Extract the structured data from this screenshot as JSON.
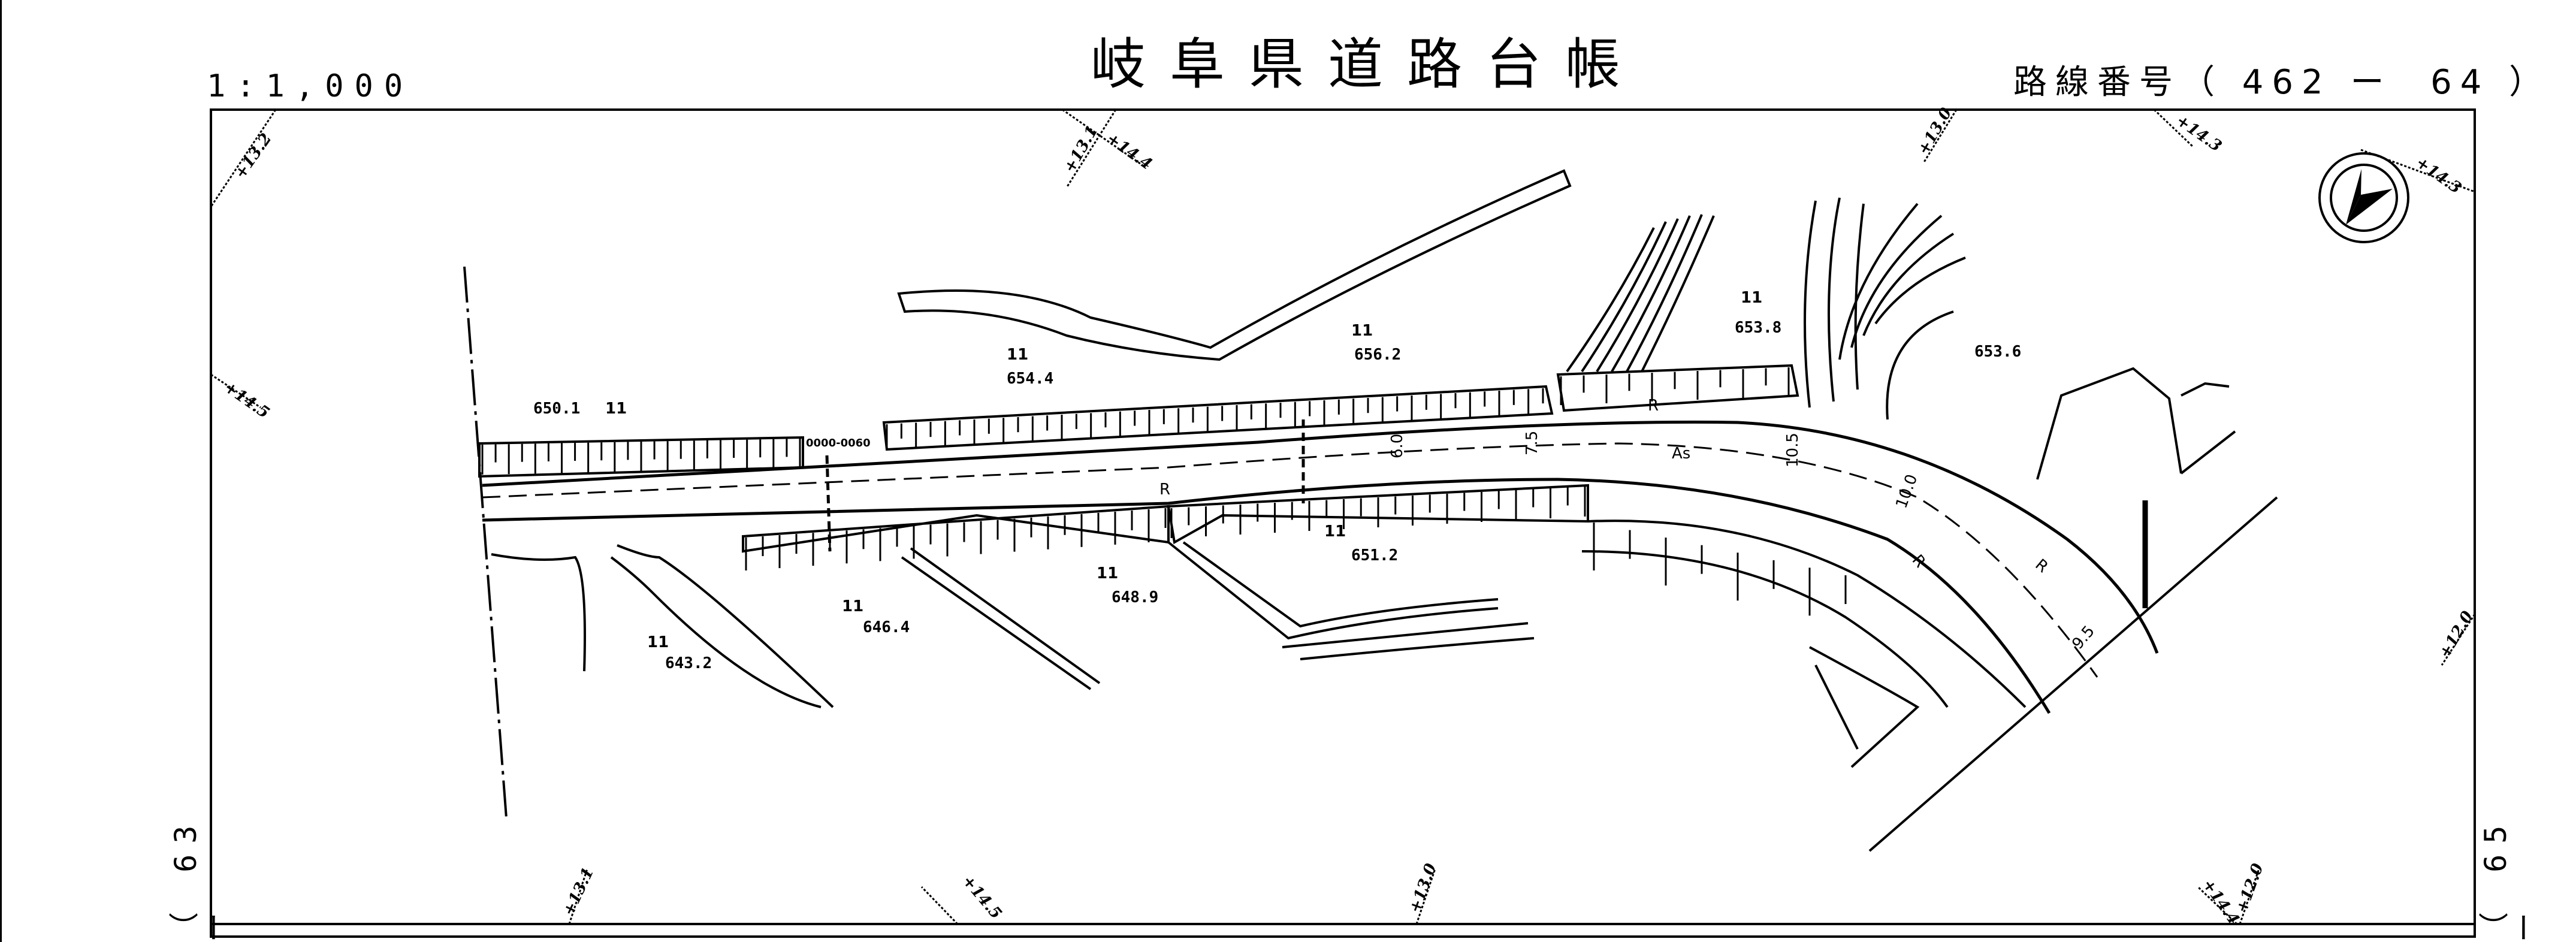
{
  "header": {
    "title": "岐阜県道路台帳",
    "scale": "1:1,000",
    "route_number": "路線番号（ 462 ー  64 ）"
  },
  "sheet_refs": {
    "left": "（ 63 ー",
    "right": "（ 65 ー"
  },
  "north_arrow": {
    "icon": "north-arrow-icon"
  },
  "grid_labels": {
    "top": [
      "+13.2",
      "+13.1",
      "+14.4",
      "+13.0",
      "+14.3"
    ],
    "left": [
      "+14.5"
    ],
    "right": [
      "+14.3",
      "+12.0"
    ],
    "bottom": [
      "+13.1",
      "+14.5",
      "+13.0",
      "+14.4",
      "+12.0"
    ]
  },
  "spot_elevations": [
    {
      "value": "650.1",
      "landuse": "11"
    },
    {
      "value": "654.4",
      "landuse": "11"
    },
    {
      "value": "656.2",
      "landuse": "11"
    },
    {
      "value": "653.8",
      "landuse": "11"
    },
    {
      "value": "653.6",
      "landuse": ""
    },
    {
      "value": "651.2",
      "landuse": "11"
    },
    {
      "value": "648.9",
      "landuse": "11"
    },
    {
      "value": "646.4",
      "landuse": "11"
    },
    {
      "value": "643.2",
      "landuse": "11"
    }
  ],
  "road_labels": {
    "surface": "As",
    "r_marks": [
      "R",
      "R",
      "R",
      "R"
    ],
    "widths": [
      "6.0",
      "7.5",
      "10.5",
      "10.0",
      "9.5"
    ],
    "station": "0000-0060"
  }
}
